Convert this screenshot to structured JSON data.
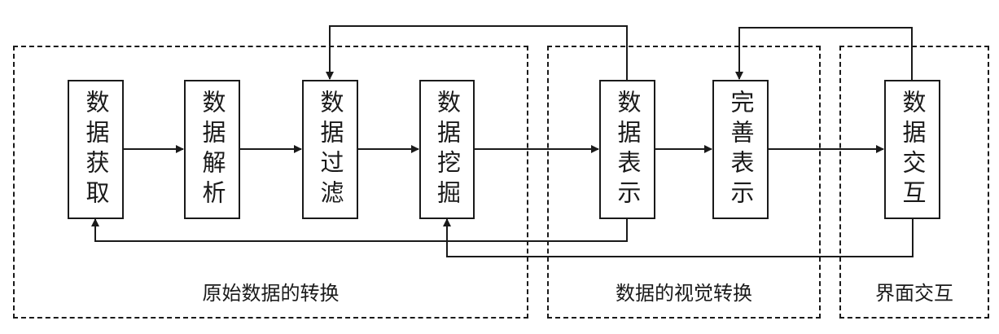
{
  "groups": [
    {
      "id": "raw",
      "label": "原始数据的转换"
    },
    {
      "id": "visual",
      "label": "数据的视觉转换"
    },
    {
      "id": "ui",
      "label": "界面交互"
    }
  ],
  "nodes": [
    {
      "id": "acquire",
      "label": "数据获取",
      "group": "raw"
    },
    {
      "id": "parse",
      "label": "数据解析",
      "group": "raw"
    },
    {
      "id": "filter",
      "label": "数据过滤",
      "group": "raw"
    },
    {
      "id": "mine",
      "label": "数据挖掘",
      "group": "raw"
    },
    {
      "id": "represent",
      "label": "数据表示",
      "group": "visual"
    },
    {
      "id": "refine",
      "label": "完善表示",
      "group": "visual"
    },
    {
      "id": "interact",
      "label": "数据交互",
      "group": "ui"
    }
  ],
  "edges": [
    {
      "from": "acquire",
      "to": "parse",
      "kind": "forward"
    },
    {
      "from": "parse",
      "to": "filter",
      "kind": "forward"
    },
    {
      "from": "filter",
      "to": "mine",
      "kind": "forward"
    },
    {
      "from": "mine",
      "to": "represent",
      "kind": "forward"
    },
    {
      "from": "represent",
      "to": "refine",
      "kind": "forward"
    },
    {
      "from": "refine",
      "to": "interact",
      "kind": "forward"
    },
    {
      "from": "represent",
      "to": "filter",
      "kind": "feedback-top"
    },
    {
      "from": "interact",
      "to": "refine",
      "kind": "feedback-top"
    },
    {
      "from": "represent",
      "to": "acquire",
      "kind": "feedback-bottom"
    },
    {
      "from": "interact",
      "to": "mine",
      "kind": "feedback-bottom"
    }
  ]
}
